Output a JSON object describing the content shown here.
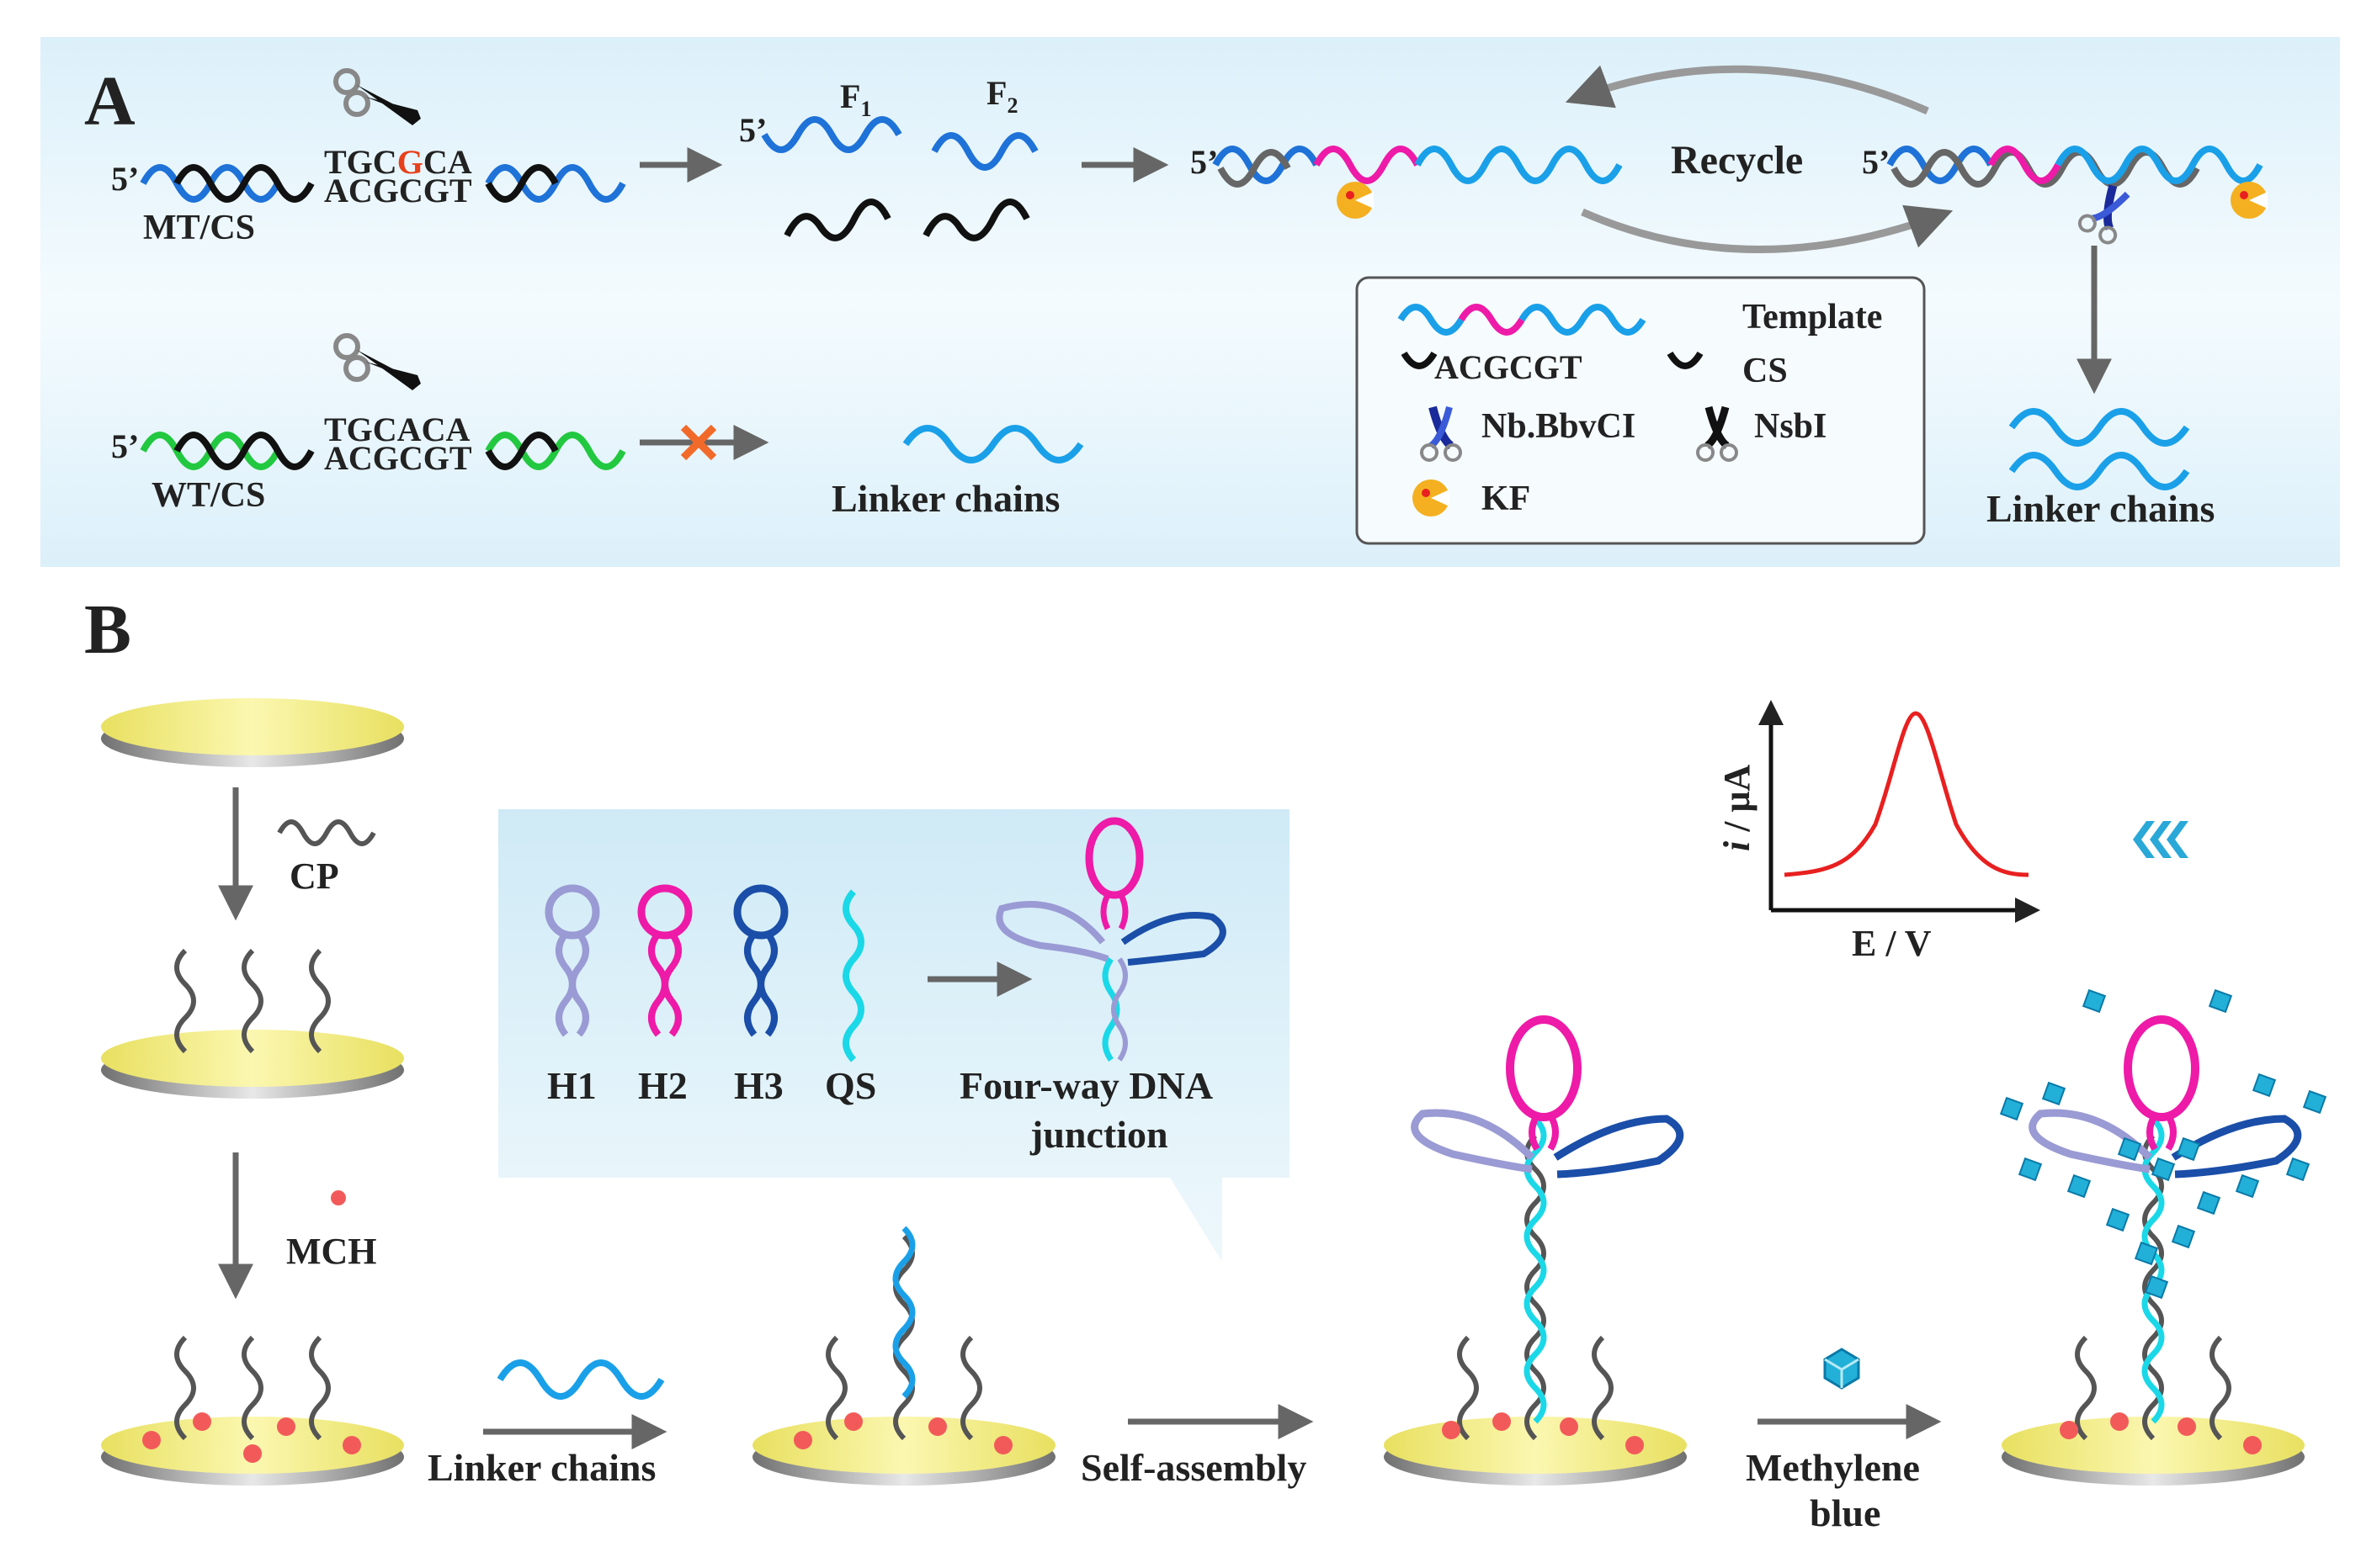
{
  "panel_a": {
    "letter": "A",
    "five_prime": "5’",
    "mt_label": "MT/CS",
    "mt_top_pre": "TGC",
    "mt_top_mut": "G",
    "mt_top_post": "CA",
    "mt_bottom": "ACGCGT",
    "f1_label": "F",
    "f1_sub": "1",
    "f2_label": "F",
    "f2_sub": "2",
    "recycle_label": "Recycle",
    "wt_label": "WT/CS",
    "wt_top": "TGCACA",
    "wt_bottom": "ACGCGT",
    "linker_left": "Linker chains",
    "linker_right": "Linker chains",
    "legend": {
      "template": "Template",
      "cs_seq": "ACGCGT",
      "cs": "CS",
      "nb": "Nb.BbvCI",
      "nsb": "NsbI",
      "kf": "KF"
    },
    "colors": {
      "mt_strand": "#1e72d8",
      "wt_strand": "#22c840",
      "linker": "#1aa0e8",
      "template_mid": "#ee1aa8",
      "black": "#111111",
      "mutation": "#e8401a"
    }
  },
  "panel_b": {
    "letter": "B",
    "cp": "CP",
    "mch": "MCH",
    "linker": "Linker chains",
    "self_assembly": "Self-assembly",
    "methylene_line1": "Methylene",
    "methylene_line2": "blue",
    "h1": "H1",
    "h2": "H2",
    "h3": "H3",
    "qs": "QS",
    "junction_line1": "Four-way DNA",
    "junction_line2": "junction",
    "y_axis_italic": "i",
    "y_axis_rest": " / μA",
    "x_axis": "E / V",
    "colors": {
      "h1": "#9a9ad4",
      "h2": "#ee1aa8",
      "h3": "#1a4ea8",
      "qs": "#1ad8e8",
      "peak": "#e82020",
      "mb": "#22b0d8"
    }
  }
}
